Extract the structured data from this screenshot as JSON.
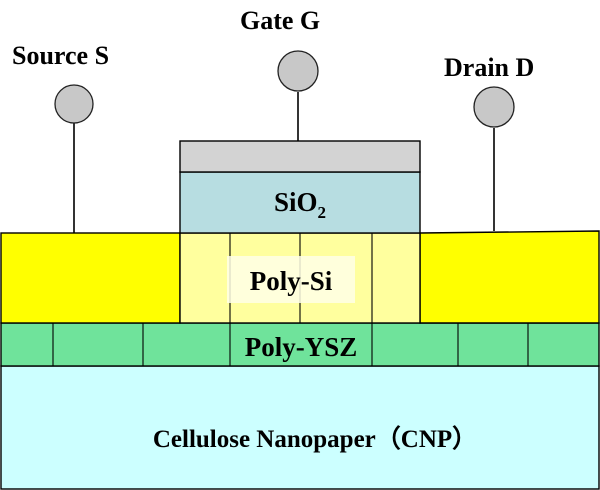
{
  "terminals": {
    "source": {
      "label": "Source S"
    },
    "gate": {
      "label": "Gate G"
    },
    "drain": {
      "label": "Drain D"
    }
  },
  "layers": {
    "gate_oxide": {
      "label": "SiO",
      "subscript": "2"
    },
    "channel": {
      "label": "Poly-Si"
    },
    "buffer": {
      "label": "Poly-YSZ"
    },
    "substrate": {
      "label": "Cellulose Nanopaper（CNP）"
    }
  },
  "colors": {
    "gate_metal": "#d3d3d3",
    "gate_oxide": "#b7dde1",
    "channel": "#ffff9e",
    "source_drain": "#ffff00",
    "buffer": "#6fe39b",
    "substrate": "#ccffff",
    "substrate_label": "#ff3300",
    "terminal": "#c8c8c8"
  }
}
